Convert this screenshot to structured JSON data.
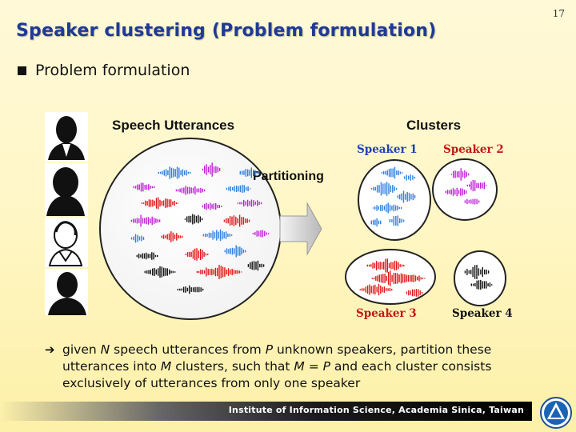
{
  "slide": {
    "title": "Speaker clustering (Problem formulation)",
    "number": "17",
    "bullet": "Problem formulation"
  },
  "figure": {
    "left_heading": "Speech Utterances",
    "right_heading": "Clusters",
    "arrow_label": "Partitioning",
    "speakers": [
      "Speaker 1",
      "Speaker 2",
      "Speaker 3",
      "Speaker 4"
    ],
    "colors": {
      "speaker1": "#2f7fe0",
      "speaker2": "#c020d8",
      "speaker3": "#e01818",
      "speaker4": "#111111",
      "speaker_label": "#c21818",
      "speaker_label_alt": "#2040b8"
    }
  },
  "sub_bullet": {
    "p1": "given ",
    "N": "N",
    "p2": " speech utterances from ",
    "P": "P",
    "p3": " unknown speakers, partition these utterances into ",
    "M": "M",
    "p4": " clusters, such that ",
    "M2": "M",
    "p5": " = ",
    "P2": "P",
    "p6": " and each cluster consists exclusively of utterances from only one speaker"
  },
  "footer": {
    "institution": "Institute of Information Science, Academia Sinica, Taiwan"
  }
}
